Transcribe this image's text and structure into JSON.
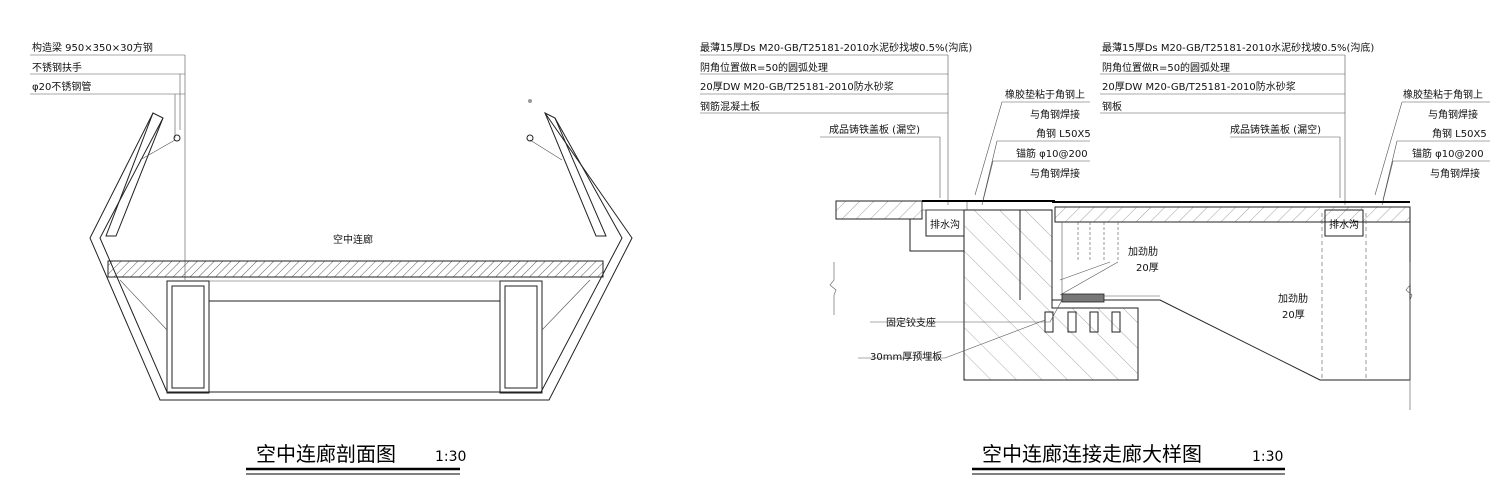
{
  "left": {
    "labels": [
      "构造梁 950×350×30方钢",
      "不锈钢扶手",
      "φ20不锈钢管"
    ],
    "center_label": "空中连廊",
    "title": "空中连廊剖面图",
    "scale": "1:30"
  },
  "right": {
    "notes_a": [
      "最薄15厚Ds M20-GB/T25181-2010水泥砂找坡0.5%(沟底)",
      "阴角位置做R=50的圆弧处理",
      "20厚DW M20-GB/T25181-2010防水砂浆",
      "钢筋混凝土板"
    ],
    "notes_b": [
      "最薄15厚Ds M20-GB/T25181-2010水泥砂找坡0.5%(沟底)",
      "阴角位置做R=50的圆弧处理",
      "20厚DW M20-GB/T25181-2010防水砂浆",
      "钢板"
    ],
    "cover_a": "成品铸铁盖板 (漏空)",
    "cover_b": "成品铸铁盖板 (漏空)",
    "rubber_a": [
      "橡胶垫粘于角钢上",
      "与角钢焊接"
    ],
    "rubber_b": [
      "橡胶垫粘于角钢上",
      "与角钢焊接"
    ],
    "angle_a": "角钢 L50X5",
    "angle_b": "角钢 L50X5",
    "anchor_a": [
      "锚筋 φ10@200",
      "与角钢焊接"
    ],
    "anchor_b": [
      "锚筋 φ10@200",
      "与角钢焊接"
    ],
    "drain_a": "排水沟",
    "drain_b": "排水沟",
    "rib_a": [
      "加劲肋",
      "20厚"
    ],
    "rib_b": [
      "加劲肋",
      "20厚"
    ],
    "support": "固定铰支座",
    "plate": "30mm厚预埋板",
    "title": "空中连廊连接走廊大样图",
    "scale": "1:30"
  }
}
